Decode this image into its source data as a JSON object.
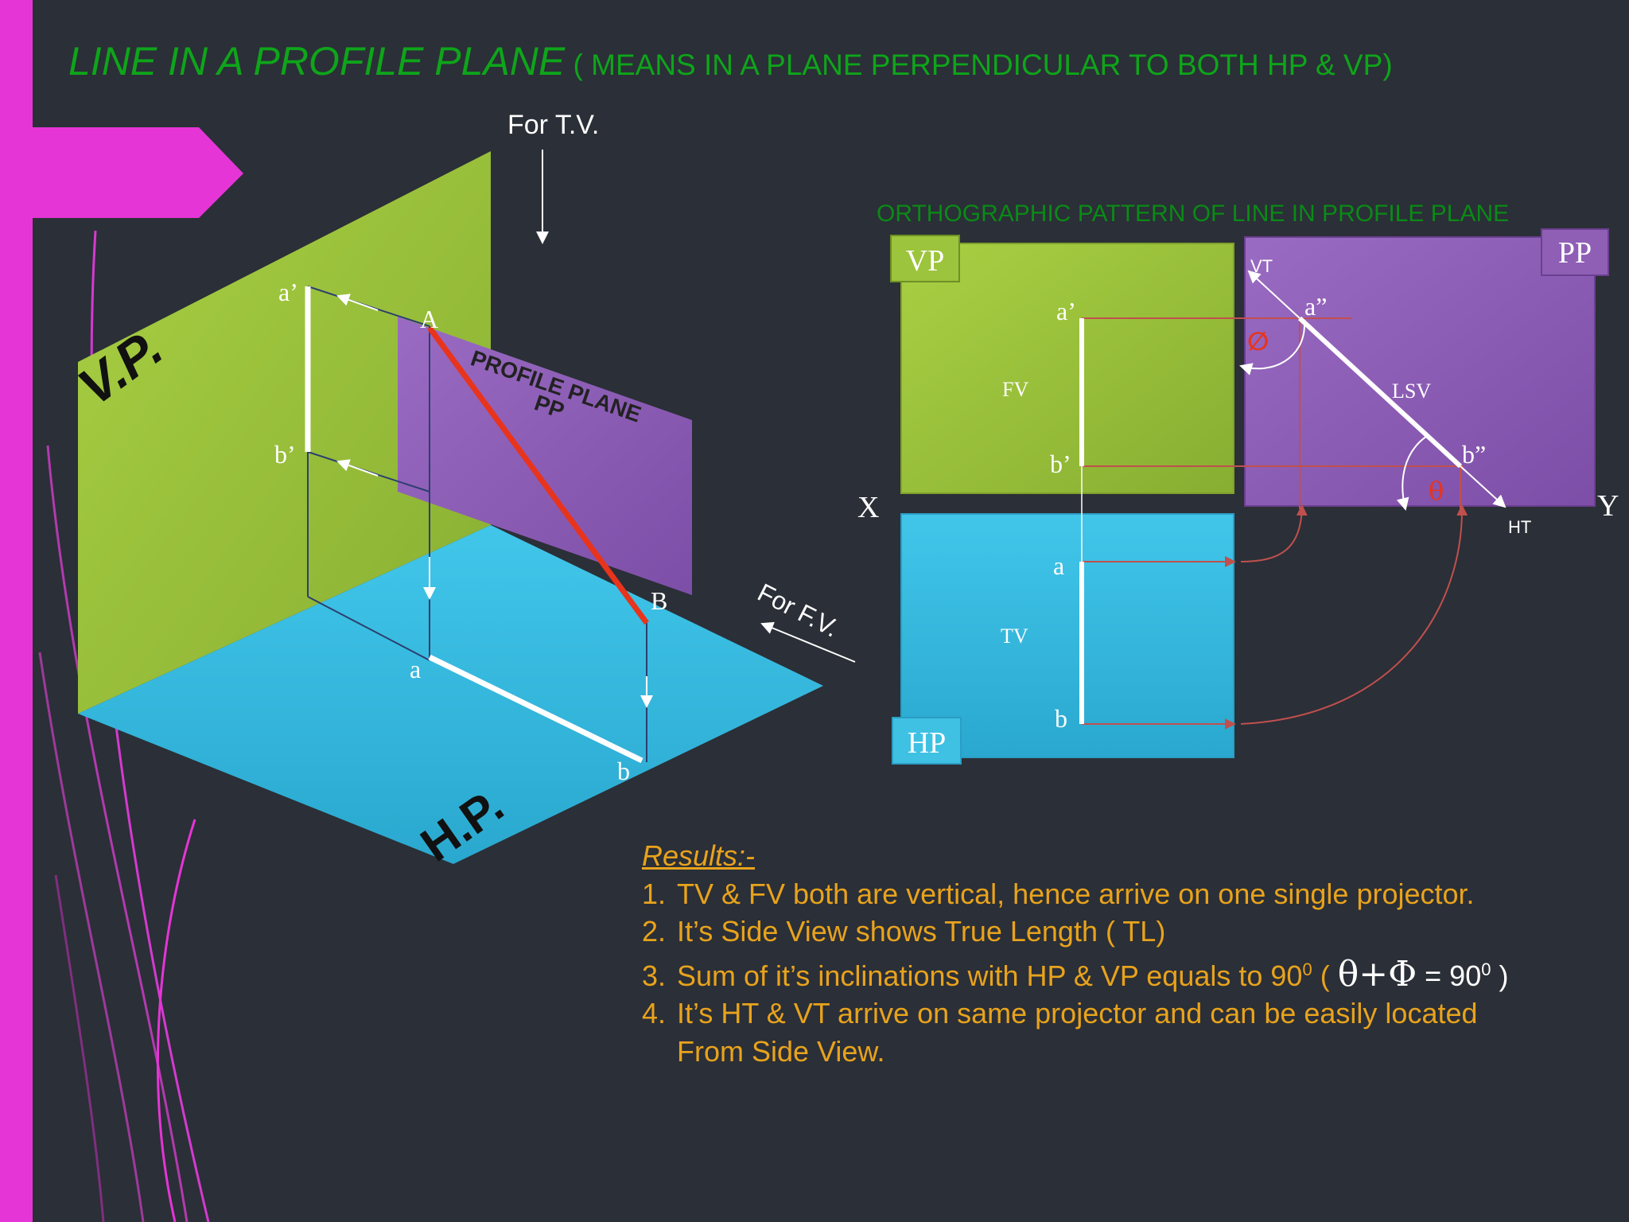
{
  "title": {
    "main": "LINE IN A PROFILE PLANE",
    "sub": " ( MEANS IN A PLANE PERPENDICULAR TO BOTH HP & VP)"
  },
  "pictorial": {
    "for_tv": "For T.V.",
    "for_fv": "For F.V.",
    "vp_label": "V.P.",
    "hp_label": "H.P.",
    "pp_label_1": "PROFILE PLANE",
    "pp_label_2": "PP",
    "point_A": "A",
    "point_B": "B",
    "point_a_prime": "a’",
    "point_b_prime": "b’",
    "point_a": "a",
    "point_b": "b"
  },
  "ortho": {
    "heading": "ORTHOGRAPHIC PATTERN OF LINE IN PROFILE PLANE",
    "vp": "VP",
    "pp": "PP",
    "hp": "HP",
    "x": "X",
    "y": "Y",
    "fv": "FV",
    "tv": "TV",
    "lsv": "LSV",
    "vt": "VT",
    "ht": "HT",
    "a_prime": "a’",
    "b_prime": "b’",
    "a": "a",
    "b": "b",
    "a_dprime": "a”",
    "b_dprime": "b”",
    "phi": "∅",
    "theta": "θ"
  },
  "results": {
    "heading": "Results:-",
    "items": [
      {
        "num": "1.",
        "text": "TV & FV both are vertical, hence arrive on one single projector."
      },
      {
        "num": "2.",
        "text": "It’s Side View shows True Length ( TL)"
      },
      {
        "num": "3.",
        "text_before": "Sum of it’s inclinations with HP & VP equals to 90",
        "sup1": "0",
        "paren_open": " ( ",
        "theta": "θ",
        "plus": "+",
        "phi": "Φ",
        "eq": " = 90",
        "sup2": "0",
        "paren_close": " )"
      },
      {
        "num": "4.",
        "text": "It’s HT & VT arrive on same projector and can be easily located"
      },
      {
        "num": "",
        "text": "From Side View."
      }
    ]
  },
  "colors": {
    "background": "#2b2f37",
    "accent_magenta": "#e535d6",
    "vp_green": "#9cc43c",
    "hp_blue": "#3fc1e3",
    "pp_purple": "#8f5fb6",
    "title_green": "#0ea51a",
    "results_gold": "#e8a31c",
    "line_red": "#e8341c",
    "projector_red": "#c0504d"
  }
}
